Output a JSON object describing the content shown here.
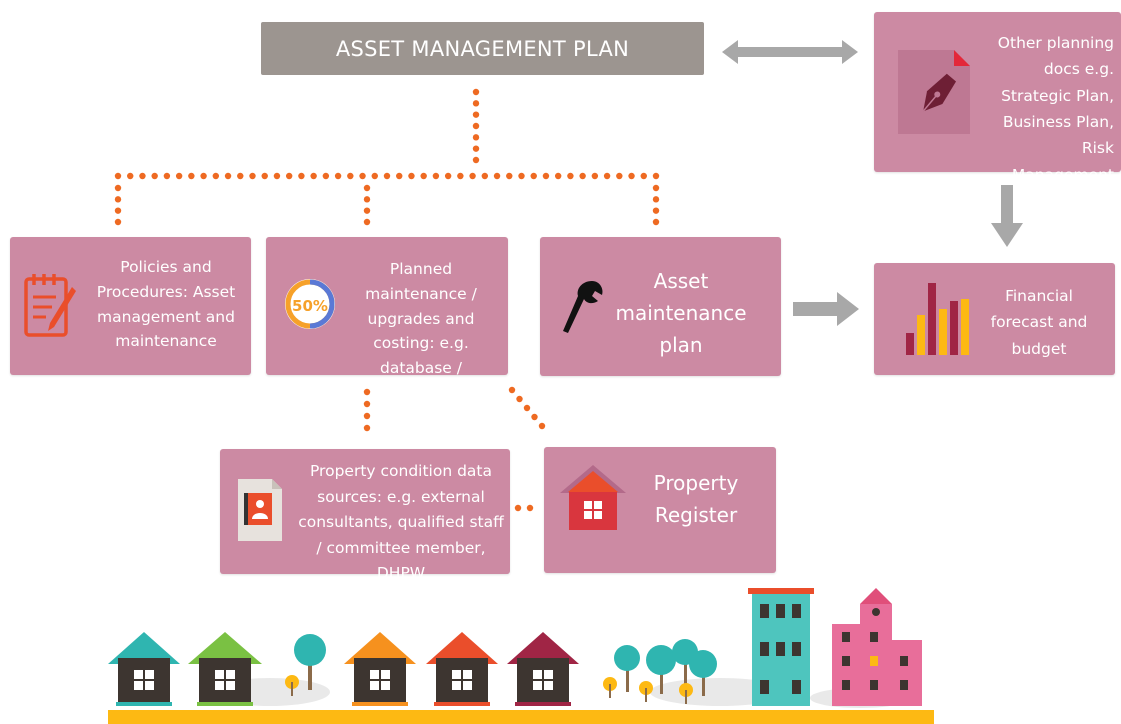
{
  "title": "ASSET MANAGEMENT PLAN",
  "boxes": {
    "other_planning": "Other planning docs e.g. Strategic Plan, Business Plan, Risk Management Plan",
    "policies": "Policies and Procedures: Asset management and maintenance",
    "planned": "Planned maintenance / upgrades and costing: e.g. database / spreadsheet",
    "percent_label": "50%",
    "asset_maintenance": "Asset maintenance plan",
    "financial": "Financial forecast and budget",
    "condition": "Property condition data sources: e.g. external consultants, qualified staff / committee member, DHPW",
    "register": "Property Register"
  },
  "icons": [
    "pen-nib-icon",
    "notepad-pencil-icon",
    "percent-donut-icon",
    "wrench-icon",
    "bar-chart-icon",
    "address-book-icon",
    "house-icon"
  ],
  "colors": {
    "box": "#cc8aa3",
    "title": "#9c9590",
    "dots": "#ee6a22",
    "arrow": "#a8a8a8",
    "ground": "#fdb913"
  }
}
